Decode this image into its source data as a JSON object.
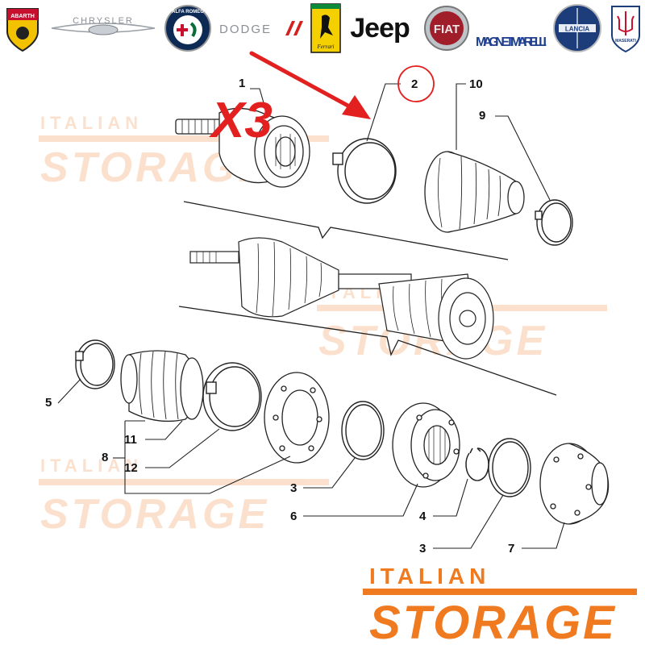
{
  "brands": [
    {
      "name": "ABARTH",
      "color": "#c8102e"
    },
    {
      "name": "CHRYSLER",
      "color": "#8a8f96"
    },
    {
      "name": "ALFA ROMEO",
      "color": "#0b6b3a"
    },
    {
      "name": "DODGE",
      "color": "#8a8f96"
    },
    {
      "name": "Ferrari",
      "color": "#f5d000"
    },
    {
      "name": "Jeep",
      "color": "#111111"
    },
    {
      "name": "FIAT",
      "color": "#a01d2a"
    },
    {
      "name": "MAGNETI MARELLI",
      "color": "#1f3f8f"
    },
    {
      "name": "LANCIA",
      "color": "#1d3c7a"
    },
    {
      "name": "MASERATI",
      "color": "#1d3c7a"
    }
  ],
  "annotation": {
    "quantity_text": "X3",
    "color": "#e32020",
    "highlight_part": "2"
  },
  "parts": {
    "p1": "1",
    "p2": "2",
    "p3a": "3",
    "p3b": "3",
    "p4": "4",
    "p5": "5",
    "p6": "6",
    "p7": "7",
    "p8": "8",
    "p9": "9",
    "p10": "10",
    "p11": "11",
    "p12": "12"
  },
  "watermark": {
    "top": "ITALIAN",
    "bottom": "STORAGE",
    "color": "#f07a20"
  }
}
